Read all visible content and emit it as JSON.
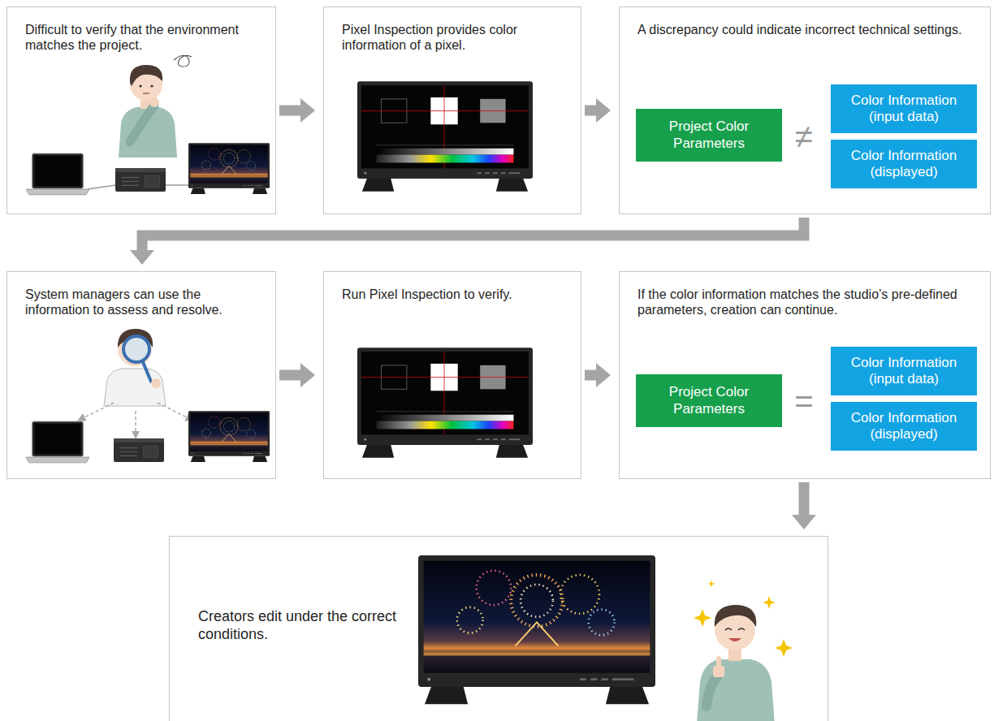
{
  "diagram": {
    "nodes": [
      {
        "text": [
          "Difficult to verify that the environment matches the project."
        ]
      },
      {
        "text": [
          "Pixel Inspection provides color information of a pixel."
        ]
      },
      {
        "text": [
          "A discrepancy could indicate incorrect technical settings."
        ]
      },
      {
        "text": [
          "Project Color Parameters"
        ],
        "in": 2
      },
      {
        "text": [
          "Color Information (input data)"
        ],
        "in": 2
      },
      {
        "text": [
          "Color Information (displayed)"
        ],
        "in": 2
      },
      {
        "text": [
          "System managers can use the information to assess and resolve."
        ]
      },
      {
        "text": [
          "Run Pixel Inspection to verify."
        ]
      },
      {
        "text": [
          "If the color information matches the studio’s pre-defined parameters, creation can continue."
        ]
      },
      {
        "text": [
          "Project Color Parameters"
        ],
        "in": 8
      },
      {
        "text": [
          "Color Information (input data)"
        ],
        "in": 8
      },
      {
        "text": [
          "Color Information (displayed)"
        ],
        "in": 8
      },
      {
        "text": [
          "Creators edit under the correct conditions."
        ]
      }
    ],
    "edges": [
      {
        "from": 0,
        "to": 1,
        "arrow": "to"
      },
      {
        "from": 1,
        "to": 2,
        "arrow": "to"
      },
      {
        "from": 2,
        "to": 6,
        "arrow": "to"
      },
      {
        "from": 6,
        "to": 7,
        "arrow": "to"
      },
      {
        "from": 7,
        "to": 8,
        "arrow": "to"
      },
      {
        "from": 8,
        "to": 12,
        "arrow": "to"
      }
    ],
    "labels": [
      "≠",
      "="
    ]
  }
}
